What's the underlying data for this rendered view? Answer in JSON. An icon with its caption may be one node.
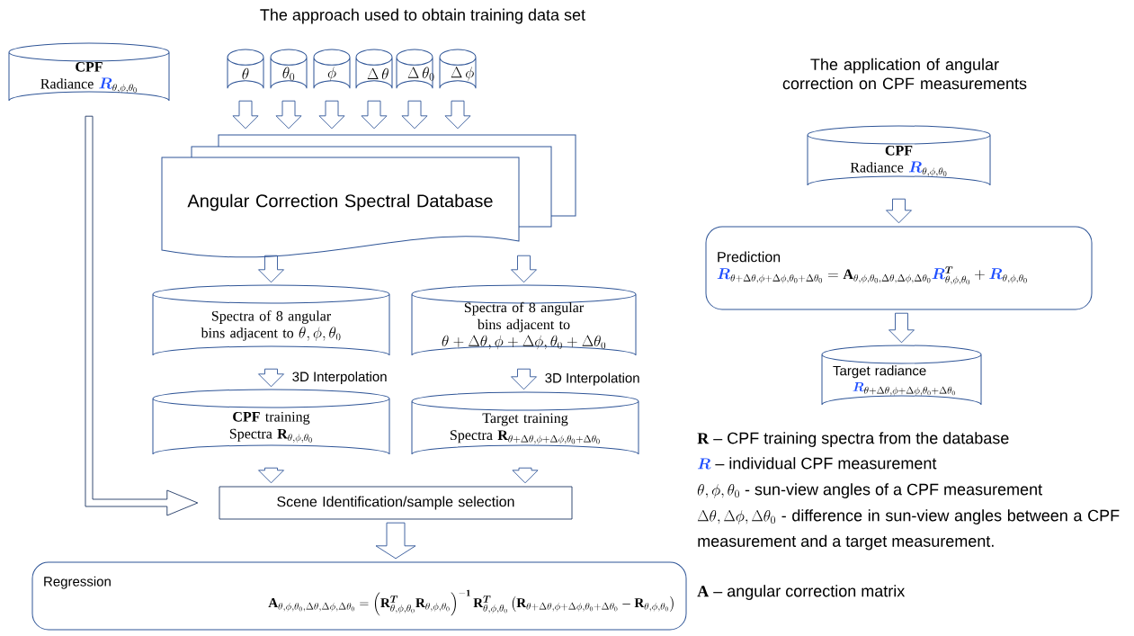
{
  "diagram": {
    "title": "The approach used to obtain training data set",
    "nodes": [
      {
        "text": [
          "CPF",
          "Radiance",
          "{\\color{blue}\\boldsymbol{R}}_{\\theta,\\phi,\\theta_0}"
        ]
      },
      {
        "text": [
          "\\theta"
        ]
      },
      {
        "text": [
          "\\theta_0"
        ]
      },
      {
        "text": [
          "\\phi"
        ]
      },
      {
        "text": [
          "\\Delta\\,\\theta"
        ]
      },
      {
        "text": [
          "\\Delta\\,\\theta_0"
        ]
      },
      {
        "text": [
          "\\Delta\\,\\phi"
        ]
      },
      {
        "text": [
          "Angular Correction Spectral Database"
        ]
      },
      {
        "text": [
          "Spectra of 8 angular bins adjacent to",
          "\\theta, \\phi, \\theta_0"
        ]
      },
      {
        "text": [
          "Spectra of 8 angular bins adjacent to",
          "\\theta+\\Delta\\theta, \\phi+\\Delta\\phi, \\theta_0+\\Delta\\theta_0"
        ]
      },
      {
        "text": [
          "**CPF** training",
          "Spectra",
          "\\mathbf{R}_{\\theta,\\phi,\\theta_0}"
        ]
      },
      {
        "text": [
          "Target training",
          "Spectra",
          "\\mathbf{R}_{\\theta+\\Delta\\theta,\\phi+\\Delta\\phi,\\theta_0+\\Delta\\theta_0}"
        ]
      },
      {
        "text": [
          "Scene Identification/sample selection"
        ]
      },
      {
        "text": [
          "Regression",
          "\\mathbf{A}_{\\theta,\\phi,\\theta_0,\\Delta\\theta,\\Delta\\phi,\\Delta\\theta_0} = \\left(\\mathbf{R}^{\\boldsymbol{T}}_{\\theta,\\phi,\\theta_0}\\mathbf{R}_{\\theta,\\phi,\\theta_0}\\right)^{\\mathbf{-1}}\\mathbf{R}^{\\boldsymbol{T}}_{\\theta,\\phi,\\theta_0}\\left(\\mathbf{R}_{\\theta+\\Delta\\theta,\\phi+\\Delta\\phi,\\theta_0+\\Delta\\theta_0} - \\mathbf{R}_{\\theta,\\phi,\\theta_0}\\right)"
        ]
      },
      {
        "text": [
          "CPF",
          "Radiance",
          "{\\color{blue}\\boldsymbol{R}}_{\\theta,\\phi,\\theta_0}"
        ]
      },
      {
        "text": [
          "Prediction",
          "{\\color{blue}\\boldsymbol{R}}_{\\theta+\\Delta\\theta,\\phi+\\Delta\\phi,\\theta_0+\\Delta\\theta_0} = \\mathbf{A}_{\\theta,\\phi,\\theta_0,\\Delta\\theta,\\Delta\\phi,\\Delta\\theta_0}{\\color{blue}\\boldsymbol{R}}^{\\boldsymbol{T}}_{\\theta,\\phi,\\theta_0} + {\\color{blue}\\boldsymbol{R}}_{\\theta,\\phi,\\theta_0}"
        ]
      },
      {
        "text": [
          "Target radiance",
          "{\\color{blue}\\boldsymbol{R}}_{\\theta+\\Delta\\theta,\\phi+\\Delta\\phi,\\theta_0+\\Delta\\theta_0}"
        ]
      }
    ],
    "edges": [
      {
        "from": 1,
        "to": 7,
        "arrow": "to"
      },
      {
        "from": 2,
        "to": 7,
        "arrow": "to"
      },
      {
        "from": 3,
        "to": 7,
        "arrow": "to"
      },
      {
        "from": 4,
        "to": 7,
        "arrow": "to"
      },
      {
        "from": 5,
        "to": 7,
        "arrow": "to"
      },
      {
        "from": 6,
        "to": 7,
        "arrow": "to"
      },
      {
        "from": 0,
        "to": 12,
        "arrow": "to"
      },
      {
        "from": 7,
        "to": 8,
        "arrow": "to"
      },
      {
        "from": 7,
        "to": 9,
        "arrow": "to"
      },
      {
        "from": 8,
        "to": 10,
        "arrow": "to",
        "label": "3D Interpolation"
      },
      {
        "from": 9,
        "to": 11,
        "arrow": "to",
        "label": "3D Interpolation"
      },
      {
        "from": 10,
        "to": 12,
        "arrow": "to"
      },
      {
        "from": 11,
        "to": 12,
        "arrow": "to"
      },
      {
        "from": 12,
        "to": 13,
        "arrow": "to"
      },
      {
        "from": 14,
        "to": 15,
        "arrow": "to"
      },
      {
        "from": 15,
        "to": 16,
        "arrow": "to"
      }
    ],
    "labels": [
      "The application of angular correction on CPF measurements",
      "\\mathbf{R}",
      "– CPF training spectra from the database",
      "{\\color{blue}\\boldsymbol{R}}",
      "– individual CPF measurement",
      "\\theta, \\phi, \\theta_0",
      "- sun-view angles of a CPF measurement",
      "\\Delta\\theta, \\Delta\\phi, \\Delta\\theta_0",
      "- difference in sun-view angles between a CPF measurement and a target measurement.",
      "\\mathbf{A}",
      "– angular correction matrix"
    ]
  }
}
